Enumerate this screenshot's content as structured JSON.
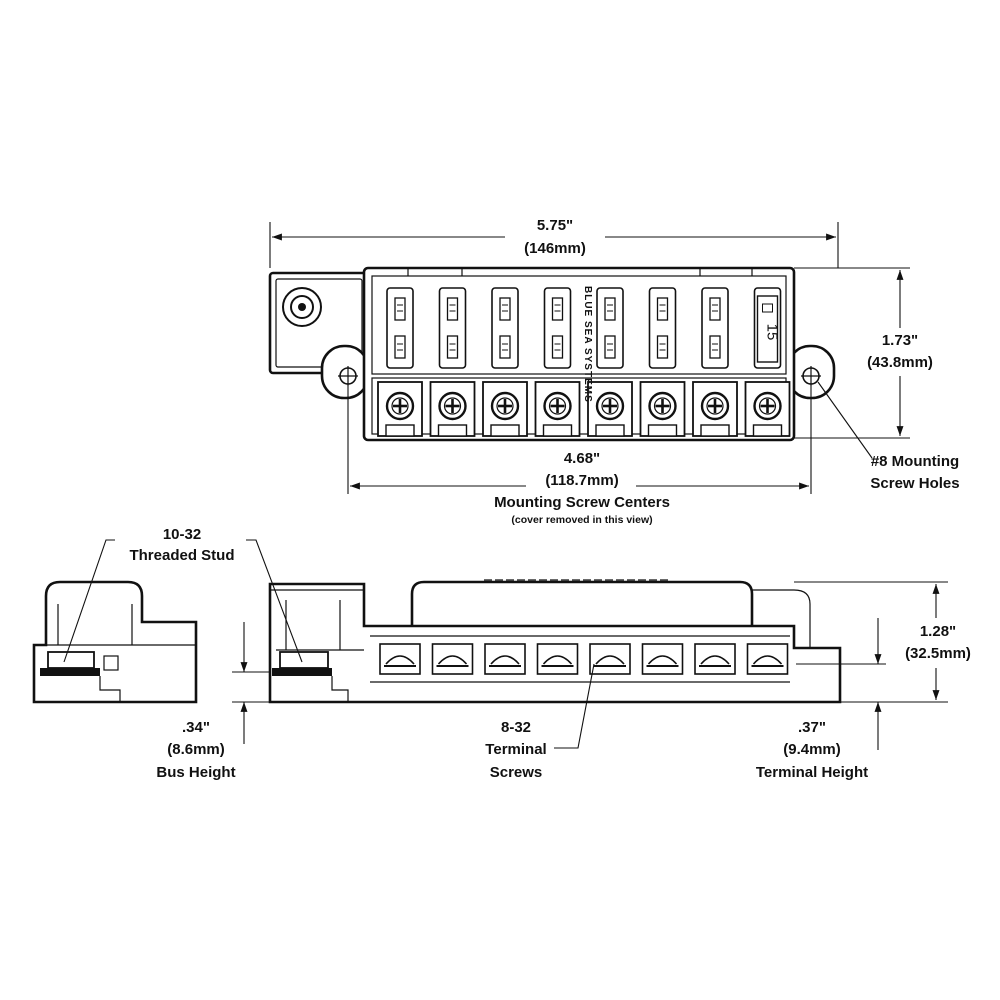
{
  "top_view": {
    "overall_width": {
      "inches": "5.75\"",
      "mm": "(146mm)"
    },
    "height": {
      "inches": "1.73\"",
      "mm": "(43.8mm)"
    },
    "screw_centers": {
      "inches": "4.68\"",
      "mm": "(118.7mm)",
      "caption": "Mounting Screw Centers",
      "note": "(cover removed in this view)"
    },
    "mounting_holes": {
      "line1": "#8 Mounting",
      "line2": "Screw Holes"
    },
    "fuse_slots": 8,
    "fuse_rating": "15",
    "brand": "BLUE SEA SYSTEMS"
  },
  "side_view": {
    "threaded_stud": {
      "line1": "10-32",
      "line2": "Threaded Stud"
    },
    "bus_height": {
      "inches": ".34\"",
      "mm": "(8.6mm)",
      "caption": "Bus Height"
    },
    "terminal_screws": {
      "line1": "8-32",
      "line2": "Terminal",
      "line3": "Screws"
    },
    "total_height": {
      "inches": "1.28\"",
      "mm": "(32.5mm)"
    },
    "terminal_height": {
      "inches": ".37\"",
      "mm": "(9.4mm)",
      "caption": "Terminal Height"
    }
  }
}
